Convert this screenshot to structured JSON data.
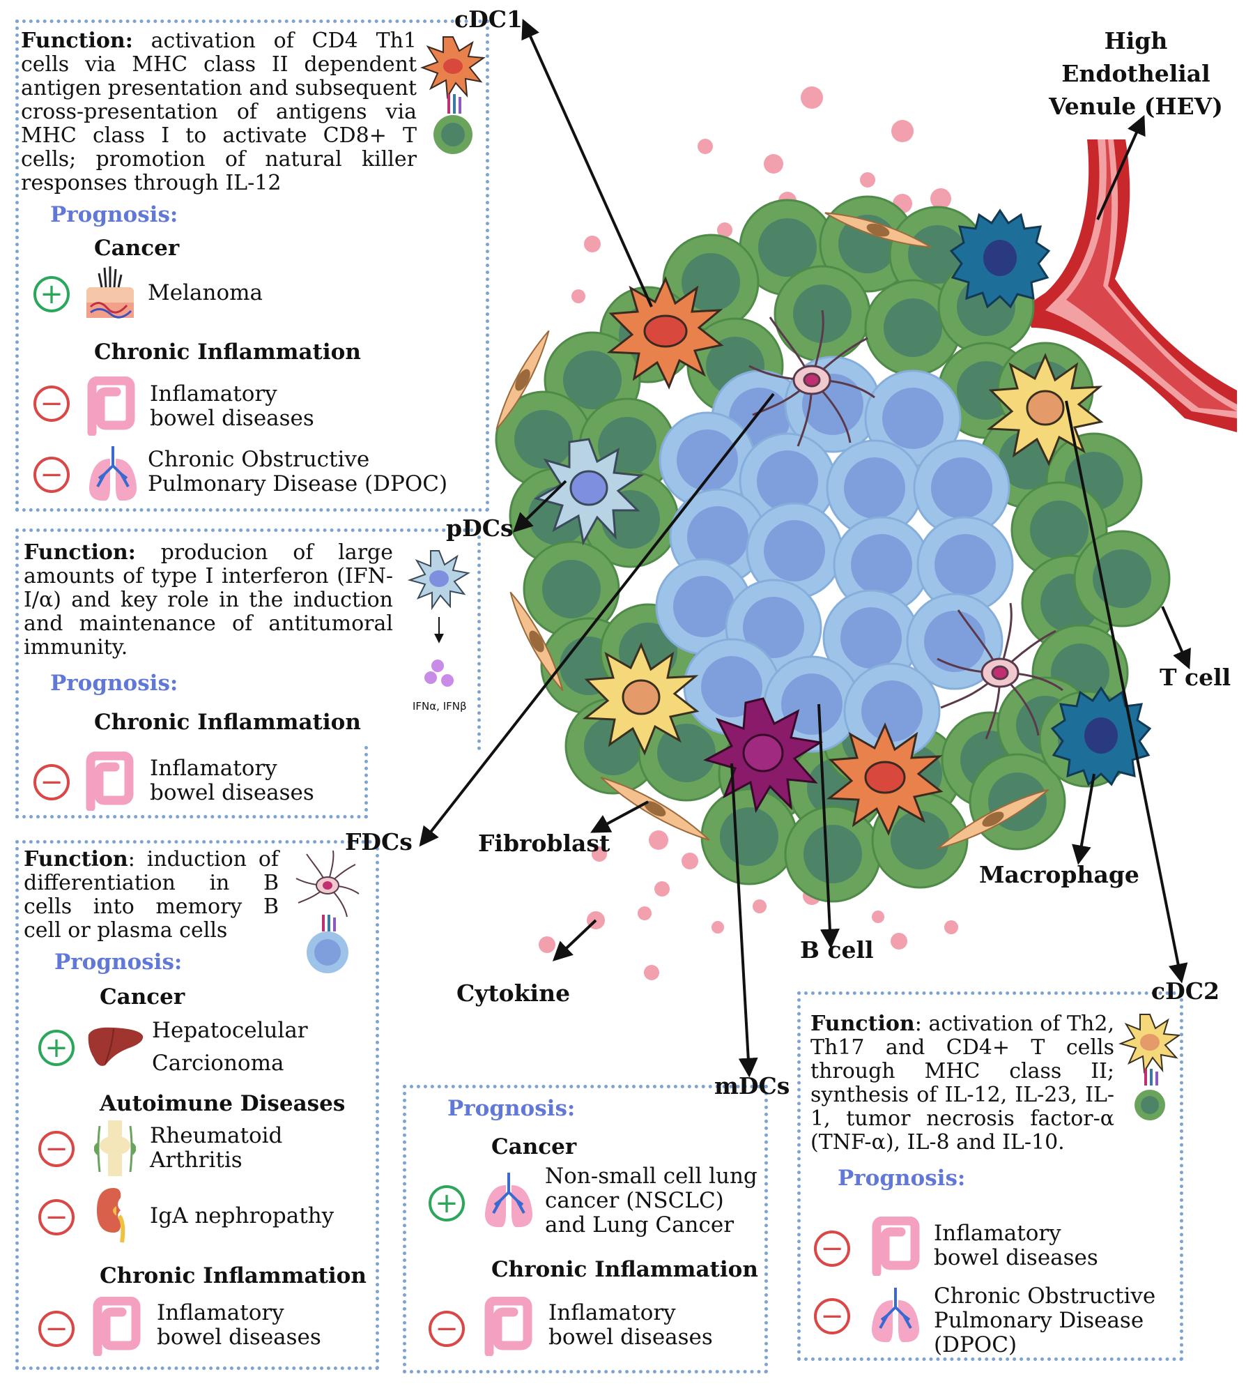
{
  "labels": {
    "cdc1": "cDC1",
    "pdcs": "pDCs",
    "fdcs": "FDCs",
    "mdcs": "mDCs",
    "cdc2": "cDC2",
    "hev": [
      "High",
      "Endothelial",
      "Venule (HEV)"
    ],
    "tcell": "T cell",
    "macrophage": "Macrophage",
    "bcell": "B cell",
    "fibroblast": "Fibroblast",
    "cytokine": "Cytokine",
    "ifn": "IFNα, IFNβ"
  },
  "cdc1_box": {
    "function_label": "Function:",
    "function_text": "activation of CD4 Th1 cells via MHC class II dependent antigen presentation and subsequent cross-presentation of antigens via MHC class I to activate CD8+ T cells; promotion of natural killer responses through IL-12",
    "prognosis": "Prognosis:",
    "cancer": "Cancer",
    "melanoma": "Melanoma",
    "chronic": "Chronic Inflammation",
    "ibd": [
      "Inflamatory",
      "bowel diseases"
    ],
    "copd": [
      "Chronic Obstructive",
      "Pulmonary Disease (DPOC)"
    ]
  },
  "pdc_box": {
    "function_label": "Function:",
    "function_text": "producion of large amounts of type I interferon (IFN-I/α) and key role in the induction and maintenance of antitumoral immunity.",
    "prognosis": "Prognosis:",
    "chronic": "Chronic Inflammation",
    "ibd": [
      "Inflamatory",
      "bowel diseases"
    ]
  },
  "fdc_box": {
    "function_label": "Function",
    "function_text": ": induction of differentiation in B cells into memory B cell or plasma cells",
    "prognosis": "Prognosis:",
    "cancer": "Cancer",
    "hcc": [
      "Hepatocelular",
      "Carcionoma"
    ],
    "autoimmune": "Autoimune Diseases",
    "ra": [
      "Rheumatoid",
      "Arthritis"
    ],
    "iga": "IgA nephropathy",
    "chronic": "Chronic Inflammation",
    "ibd": [
      "Inflamatory",
      "bowel diseases"
    ]
  },
  "mdc_box": {
    "prognosis": "Prognosis:",
    "cancer": "Cancer",
    "nsclc": [
      "Non-small cell lung",
      "cancer (NSCLC)",
      "and Lung Cancer"
    ],
    "chronic": "Chronic Inflammation",
    "ibd": [
      "Inflamatory",
      "bowel diseases"
    ]
  },
  "cdc2_box": {
    "function_label": "Function",
    "function_text": ": activation of Th2, Th17 and CD4+ T cells through MHC class II; synthesis of IL-12, IL-23, IL-1, tumor necrosis factor-α (TNF-α), IL-8 and IL-10.",
    "prognosis": "Prognosis:",
    "ibd": [
      "Inflamatory",
      "bowel diseases"
    ],
    "copd": [
      "Chronic Obstructive",
      "Pulmonary Disease",
      "(DPOC)"
    ]
  },
  "colors": {
    "box_border": "#7da3d2",
    "prognosis": "#6178d6",
    "positive": "#2ca65a",
    "negative": "#d94747",
    "t_cell_outer": "#6aa35c",
    "t_cell_inner": "#4d8468",
    "b_cell_outer": "#9ec3e8",
    "b_cell_inner": "#7f9fdc",
    "cytokine": "#f2a0ae",
    "hev": "#c8272c"
  }
}
